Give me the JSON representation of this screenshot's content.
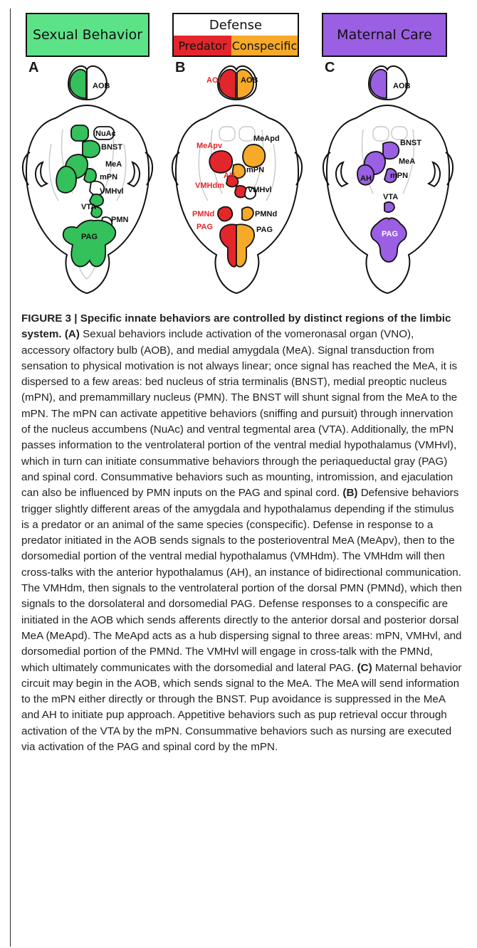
{
  "headers": {
    "sexual": "Sexual Behavior",
    "defense": "Defense",
    "predator": "Predator",
    "conspecific": "Conspecific",
    "maternal": "Maternal Care"
  },
  "colors": {
    "sexual": "#5de387",
    "predator": "#e3262c",
    "conspecific": "#f7a928",
    "maternal": "#9a5fe2"
  },
  "panels": {
    "A": {
      "letter": "A",
      "labels": {
        "aob": "AOB",
        "nuac": "NuAc",
        "bnst": "BNST",
        "mea": "MeA",
        "mpn": "mPN",
        "vmhvl": "VMHvl",
        "vta": "VTA",
        "pmn": "PMN",
        "pag": "PAG"
      }
    },
    "B": {
      "letter": "B",
      "labels": {
        "aob_red": "AOB",
        "aob": "AOB",
        "meapv": "MeApv",
        "meapd": "MeApd",
        "mpn": "mPN",
        "ah": "AH",
        "vmhdm": "VMHdm",
        "vmhvl": "VMHvl",
        "pmnd_red": "PMNd",
        "pag_red": "PAG",
        "pmnd": "PMNd",
        "pag": "PAG"
      }
    },
    "C": {
      "letter": "C",
      "labels": {
        "aob": "AOB",
        "bnst": "BNST",
        "mea": "MeA",
        "ah": "AH",
        "mpn": "mPN",
        "vta": "VTA",
        "pag": "PAG"
      }
    }
  },
  "caption": {
    "figure_label": "FIGURE 3 | Specific innate behaviors are controlled by distinct regions of the limbic system.",
    "a_tag": "(A)",
    "a_text": " Sexual behaviors include activation of the vomeronasal organ (VNO), accessory olfactory bulb (AOB), and medial amygdala (MeA). Signal transduction from sensation to physical motivation is not always linear; once signal has reached the MeA, it is dispersed to a few areas: bed nucleus of stria terminalis (BNST), medial preoptic nucleus (mPN), and premammillary nucleus (PMN). The BNST will shunt signal from the MeA to the mPN. The mPN can activate appetitive behaviors (sniffing and pursuit) through innervation of the nucleus accumbens (NuAc) and ventral tegmental area (VTA). Additionally, the mPN passes information to the ventrolateral portion of the ventral medial hypothalamus (VMHvl), which in turn can initiate consummative behaviors through the periaqueductal gray (PAG) and spinal cord. Consummative behaviors such as mounting, intromission, and ejaculation can also be influenced by PMN inputs on the PAG and spinal cord. ",
    "b_tag": "(B)",
    "b_text": " Defensive behaviors trigger slightly different areas of the amygdala and hypothalamus depending if the stimulus is a predator or an animal of the same species (conspecific). Defense in response to a predator initiated in the AOB sends signals to the posterioventral MeA (MeApv), then to the dorsomedial portion of the ventral medial hypothalamus (VMHdm). The VMHdm will then cross-talks with the anterior hypothalamus (AH), an instance of bidirectional communication. The VMHdm, then signals to the ventrolateral portion of the dorsal PMN (PMNd), which then signals to the dorsolateral and dorsomedial PAG. Defense responses to a conspecific are initiated in the AOB which sends afferents directly to the anterior dorsal and posterior dorsal MeA (MeApd). The MeApd acts as a hub dispersing signal to three areas: mPN, VMHvl, and dorsomedial portion of the PMNd. The VMHvl will engage in cross-talk with the PMNd, which ultimately communicates with the dorsomedial and lateral PAG. ",
    "c_tag": "(C)",
    "c_text": " Maternal behavior circuit may begin in the AOB, which sends signal to the MeA. The MeA will send information to the mPN either directly or through the BNST. Pup avoidance is suppressed in the MeA and AH to initiate pup approach. Appetitive behaviors such as pup retrieval occur through activation of the VTA by the mPN. Consummative behaviors such as nursing are executed via activation of the PAG and spinal cord by the mPN."
  }
}
